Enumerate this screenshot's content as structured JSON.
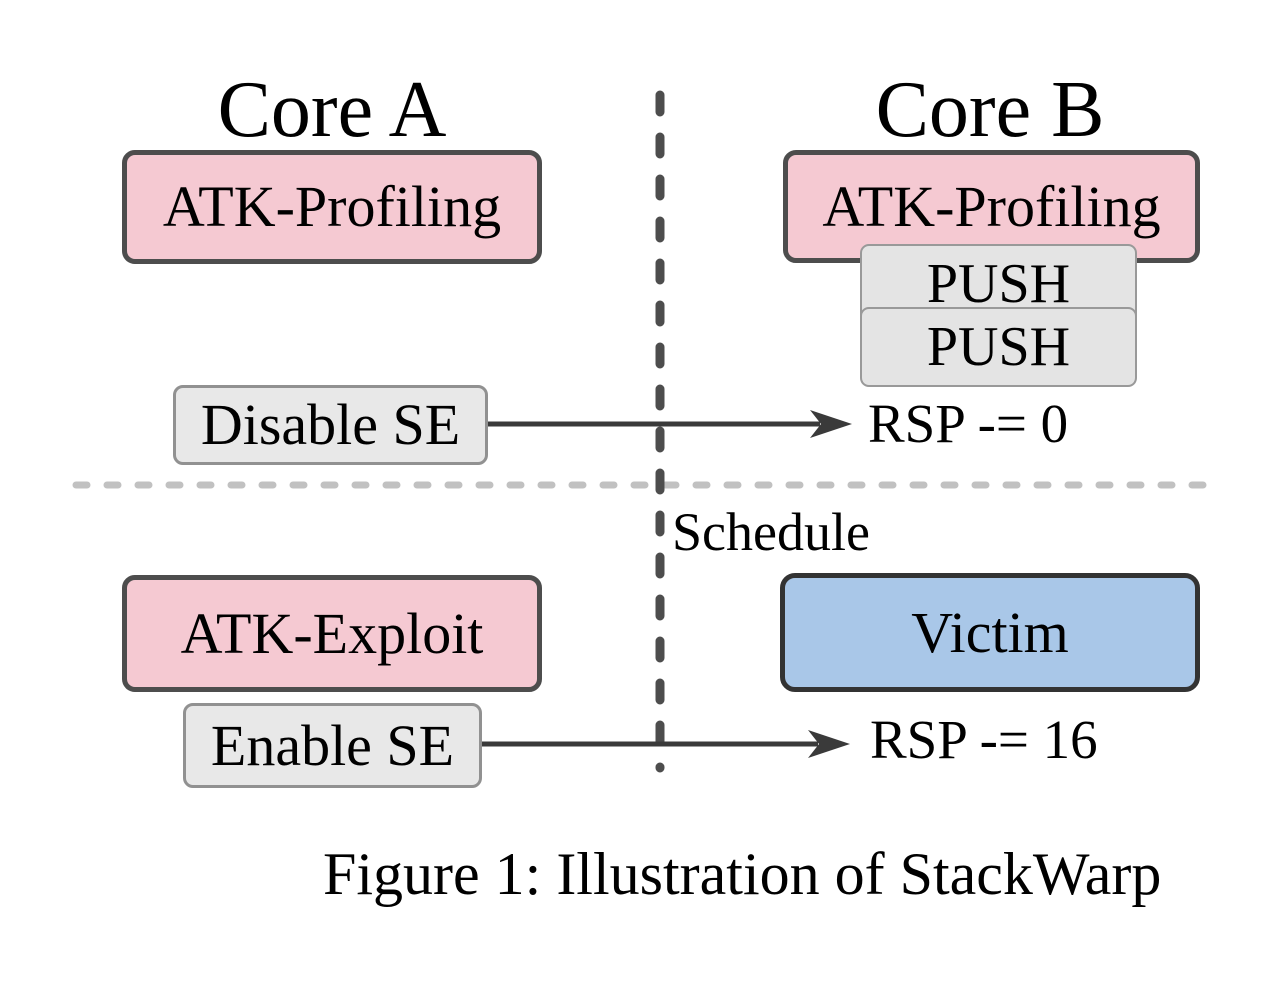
{
  "figure": {
    "caption": "Figure 1: Illustration of StackWarp",
    "schedule_label": "Schedule",
    "core_a": {
      "title": "Core A",
      "atk_profiling": "ATK-Profiling",
      "disable_se": "Disable SE",
      "atk_exploit": "ATK-Exploit",
      "enable_se": "Enable SE"
    },
    "core_b": {
      "title": "Core B",
      "atk_profiling": "ATK-Profiling",
      "push_1": "PUSH",
      "push_2": "PUSH",
      "rsp_top": "RSP -= 0",
      "victim": "Victim",
      "rsp_bottom": "RSP -= 16"
    },
    "colors": {
      "attacker_box_fill": "#f5c9d2",
      "attacker_box_border": "#4d4d4d",
      "victim_box_fill": "#a9c7e8",
      "victim_box_border": "#333333",
      "action_box_fill": "#e8e8e8",
      "action_box_border": "#919191",
      "push_box_fill": "#e4e4e4",
      "push_box_border": "#999999",
      "arrow": "#3a3a3a",
      "schedule_divider": "#4d4d4d",
      "phase_divider": "#c1c1c1"
    }
  }
}
